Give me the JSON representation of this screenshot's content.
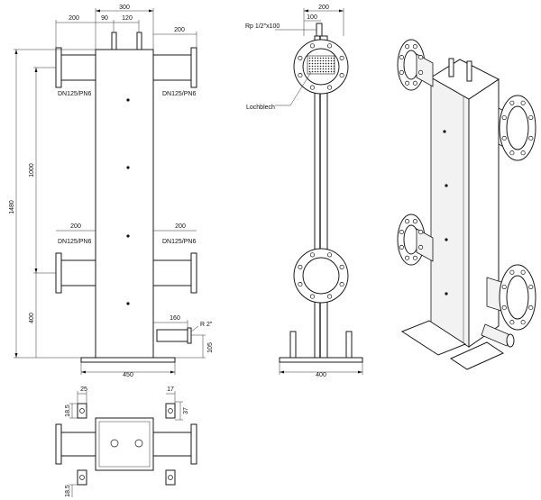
{
  "dims": {
    "d300": "300",
    "d200a": "200",
    "d200b": "200",
    "d90": "90",
    "d120": "120",
    "d1480": "1480",
    "d1000": "1000",
    "d400": "400",
    "d200c": "200",
    "d200d": "200",
    "d160": "160",
    "d105": "105",
    "d450": "450",
    "d200e": "200",
    "d100": "100",
    "d400b": "400",
    "d25": "25",
    "d17": "17",
    "d185a": "18,5",
    "d185b": "18,5",
    "d37": "37"
  },
  "labels": {
    "flange_tl": "DN125/PN6",
    "flange_tr": "DN125/PN6",
    "flange_bl": "DN125/PN6",
    "flange_br": "DN125/PN6",
    "r2": "R 2\"",
    "rp": "Rp 1/2\"x100",
    "lochblech": "Lochblech"
  }
}
